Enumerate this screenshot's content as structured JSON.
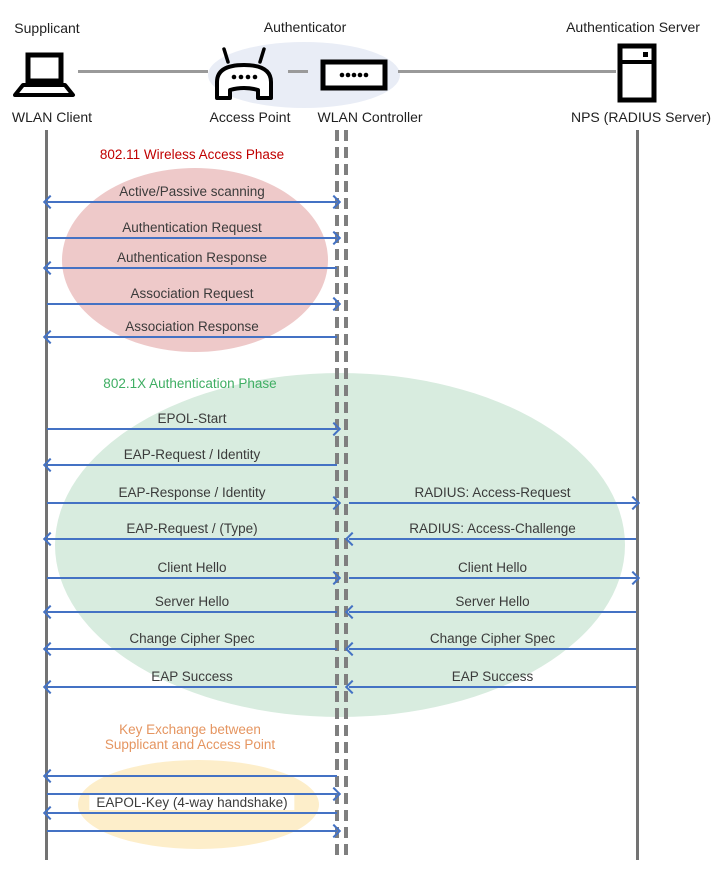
{
  "diagram": {
    "type": "sequence-diagram",
    "topic": "WLAN 802.1X authentication message flow"
  },
  "actors": {
    "roles": [
      "Supplicant",
      "Authenticator",
      "Authentication Server"
    ],
    "devices": [
      "WLAN Client",
      "Access Point",
      "WLAN Controller",
      "NPS (RADIUS Server)"
    ]
  },
  "phase1": {
    "title": "802.11 Wireless Access Phase",
    "title_color": "#c00000",
    "fill": "#eec9c9",
    "messages": [
      {
        "label": "Active/Passive scanning",
        "direction": "both"
      },
      {
        "label": "Authentication Request",
        "direction": "right"
      },
      {
        "label": "Authentication Response",
        "direction": "left"
      },
      {
        "label": "Association Request",
        "direction": "right"
      },
      {
        "label": "Association Response",
        "direction": "left"
      }
    ]
  },
  "phase2": {
    "title": "802.1X Authentication Phase",
    "title_color": "#3fae63",
    "fill": "#d8ecdf",
    "left_messages": [
      {
        "label": "EPOL-Start",
        "direction": "right"
      },
      {
        "label": "EAP-Request / Identity",
        "direction": "left"
      },
      {
        "label": "EAP-Response / Identity",
        "direction": "right"
      },
      {
        "label": "EAP-Request / (Type)",
        "direction": "left"
      },
      {
        "label": "Client Hello",
        "direction": "right"
      },
      {
        "label": "Server Hello",
        "direction": "left"
      },
      {
        "label": "Change Cipher Spec",
        "direction": "left"
      },
      {
        "label": "EAP Success",
        "direction": "left"
      }
    ],
    "right_messages": [
      {
        "label": "RADIUS: Access-Request",
        "direction": "right"
      },
      {
        "label": "RADIUS: Access-Challenge",
        "direction": "left"
      },
      {
        "label": "Client Hello",
        "direction": "right"
      },
      {
        "label": "Server Hello",
        "direction": "left"
      },
      {
        "label": "Change Cipher Spec",
        "direction": "left"
      },
      {
        "label": "EAP Success",
        "direction": "left"
      }
    ]
  },
  "phase3": {
    "title_line1": "Key Exchange between",
    "title_line2": "Supplicant and Access Point",
    "title_color": "#e59560",
    "fill": "#fdeeca",
    "messages": [
      {
        "direction": "left"
      },
      {
        "direction": "right"
      },
      {
        "label": "EAPOL-Key (4-way handshake)",
        "direction": "left"
      },
      {
        "direction": "right"
      }
    ]
  },
  "colors": {
    "arrow": "#4472c4",
    "lifeline": "#737373",
    "authenticator_halo": "#e9edf6",
    "icons": "#000000"
  }
}
